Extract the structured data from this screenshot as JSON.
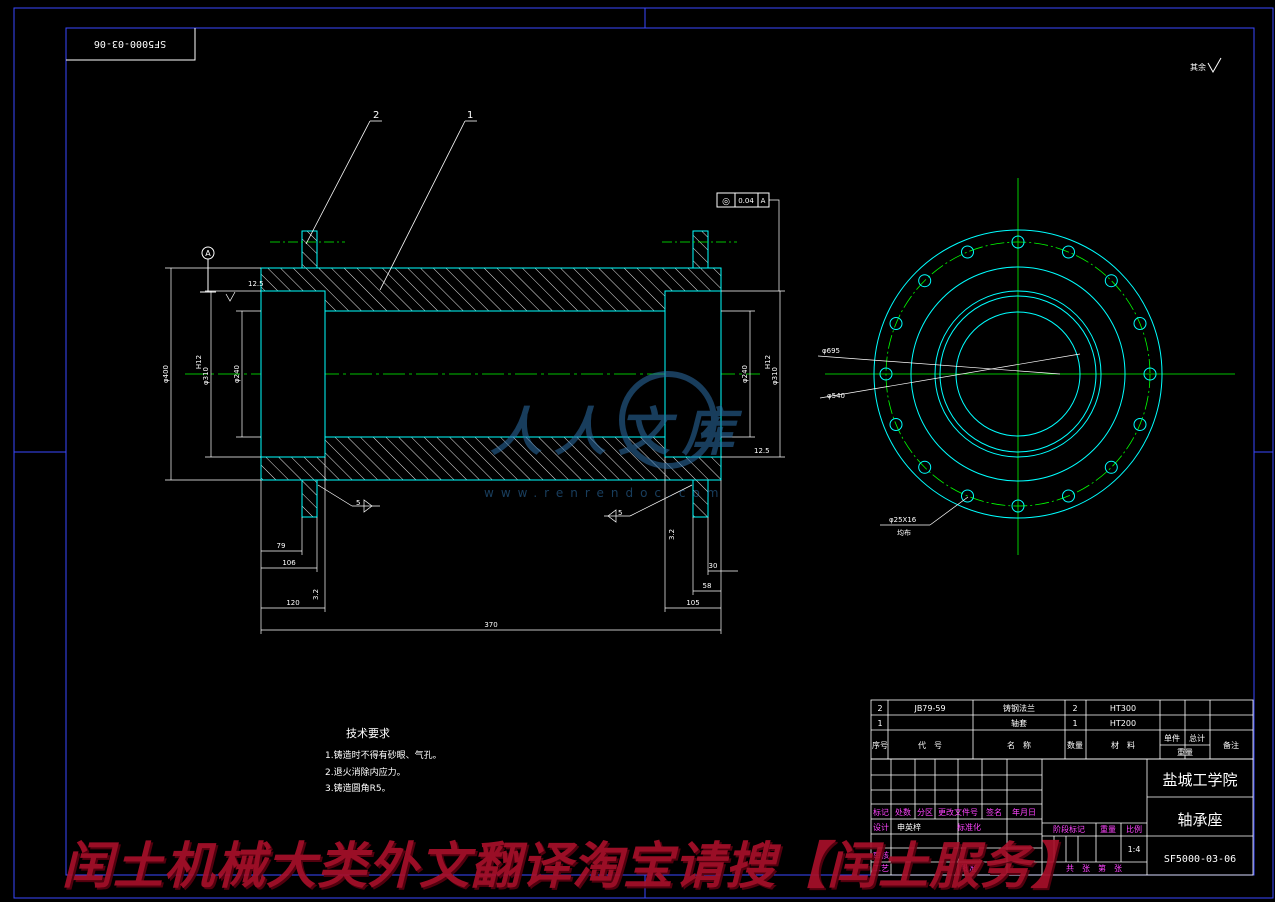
{
  "drawing": {
    "number": "SF5000-03-06",
    "part_name": "轴承座",
    "school": "盐城工学院",
    "scale": "1:4",
    "roughness_note": "其余"
  },
  "balloons": [
    "2",
    "1"
  ],
  "datum": "A",
  "tolerance_frame": [
    "◎",
    "0.04",
    "A"
  ],
  "dimensions": {
    "d400": "φ400",
    "d310_left": "φ310",
    "d240_left": "φ240",
    "d240_right": "φ240",
    "d310_right": "φ310",
    "fit_left": "H12",
    "fit_right": "H12",
    "d695": "φ695",
    "d540": "φ540",
    "holes": "φ25X16",
    "holes_note": "均布",
    "len79": "79",
    "len106": "106",
    "len120": "120",
    "len370": "370",
    "len30": "30",
    "len58": "58",
    "len105": "105",
    "r_top": "12.5",
    "r_mid_right": "12.5",
    "r_bottom_left": "3.2",
    "r_bottom_right": "3.2",
    "weld_left": "5",
    "weld_right": "5"
  },
  "tech_req": {
    "title": "技术要求",
    "items": [
      "1.铸造时不得有砂眼、气孔。",
      "2.退火消除内应力。",
      "3.铸造圆角R5。"
    ]
  },
  "bom": {
    "rows": [
      {
        "no": "2",
        "code": "JB79-59",
        "name": "铸钢法兰",
        "qty": "2",
        "material": "HT300"
      },
      {
        "no": "1",
        "code": "",
        "name": "轴套",
        "qty": "1",
        "material": "HT200"
      }
    ],
    "header": {
      "no": "序号",
      "code": "代　号",
      "name": "名　称",
      "qty": "数量",
      "material": "材　料",
      "single": "单件",
      "total": "总计",
      "weight": "重量",
      "remark": "备注"
    }
  },
  "title_block": {
    "labels": {
      "mark": "标记",
      "count": "处数",
      "zone": "分区",
      "change_doc": "更改文件号",
      "sign": "签名",
      "date": "年月日",
      "design": "设计",
      "std": "标准化",
      "review": "审核",
      "process": "工艺",
      "approve": "批准",
      "stage": "阶段标记",
      "weight": "重量",
      "scale": "比例",
      "sheets": "共　张　第　张"
    },
    "designer": "申英梓"
  },
  "watermark": {
    "cn": "人人文库",
    "url": "www.renrendoc.com"
  },
  "promo": "闰土机械大类外文翻译淘宝请搜【闰土服务】",
  "colors": {
    "outline": "#00ffff",
    "hatch": "#ffffff",
    "center": "#00ff00",
    "border": "#3a48ff",
    "dimension": "#ffffff",
    "promo": "#a8102a"
  }
}
